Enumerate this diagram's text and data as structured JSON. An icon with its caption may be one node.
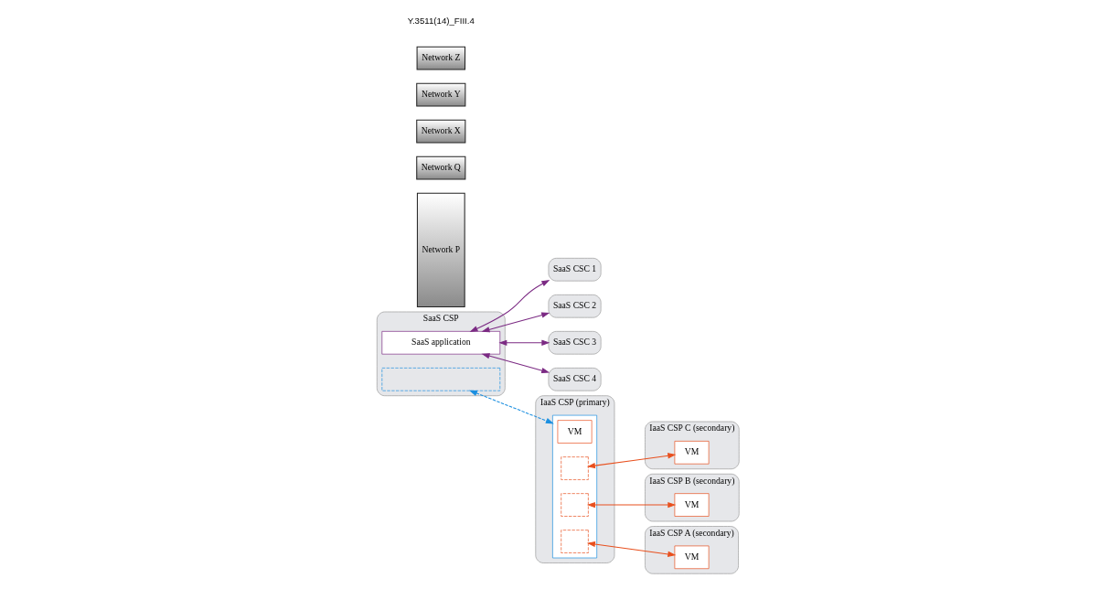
{
  "diagram": {
    "nodes": [
      {
        "text": [
          "SaaS CSC 1"
        ]
      },
      {
        "text": [
          "SaaS CSC 2"
        ]
      },
      {
        "text": [
          "SaaS CSC 3"
        ]
      },
      {
        "text": [
          "SaaS CSC 4"
        ]
      },
      {
        "text": [
          "Network P"
        ]
      },
      {
        "text": [
          "SaaS CSP"
        ]
      },
      {
        "text": [
          "SaaS application"
        ],
        "in": 5
      },
      {
        "text": [],
        "shape": "box",
        "in": 5
      },
      {
        "text": [
          "Network Q"
        ]
      },
      {
        "text": [
          "IaaS CSP (primary)"
        ]
      },
      {
        "text": [],
        "shape": "box",
        "in": 9
      },
      {
        "text": [
          "VM"
        ],
        "in": 10
      },
      {
        "text": [],
        "shape": "box",
        "in": 10
      },
      {
        "text": [],
        "shape": "box",
        "in": 10
      },
      {
        "text": [],
        "shape": "box",
        "in": 10
      },
      {
        "text": [
          "Network X"
        ]
      },
      {
        "text": [
          "IaaS CSP A (secondary)"
        ]
      },
      {
        "text": [
          "VM"
        ],
        "in": 16
      },
      {
        "text": [
          "Network Y"
        ]
      },
      {
        "text": [
          "IaaS CSP B (secondary)"
        ]
      },
      {
        "text": [
          "VM"
        ],
        "in": 19
      },
      {
        "text": [
          "Network Z"
        ]
      },
      {
        "text": [
          "IaaS CSP C (secondary)"
        ]
      },
      {
        "text": [
          "VM"
        ],
        "in": 22
      }
    ],
    "edges": [
      {
        "from": 6,
        "to": 0,
        "arrow": "both"
      },
      {
        "from": 6,
        "to": 1,
        "arrow": "both"
      },
      {
        "from": 6,
        "to": 2,
        "arrow": "both"
      },
      {
        "from": 6,
        "to": 3,
        "arrow": "both"
      },
      {
        "from": 7,
        "to": 10,
        "arrow": "both",
        "style": "dashed",
        "color": "#1b8fe0"
      },
      {
        "from": 14,
        "to": 17,
        "arrow": "both",
        "color": "#e8501e"
      },
      {
        "from": 13,
        "to": 20,
        "arrow": "both",
        "color": "#e8501e"
      },
      {
        "from": 12,
        "to": 23,
        "arrow": "both",
        "color": "#e8501e"
      }
    ],
    "labels": [
      "Y.3511(14)_FIII.4"
    ]
  }
}
